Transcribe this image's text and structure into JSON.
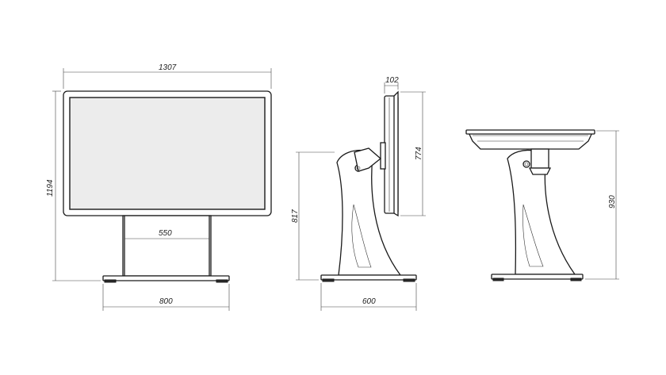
{
  "dimensions": {
    "front_width": "1307",
    "front_height": "1194",
    "column_width": "550",
    "base_width_front": "800",
    "side_depth_top": "102",
    "side_screen_height": "774",
    "side_height": "817",
    "side_base_depth": "600",
    "right_height": "930"
  }
}
